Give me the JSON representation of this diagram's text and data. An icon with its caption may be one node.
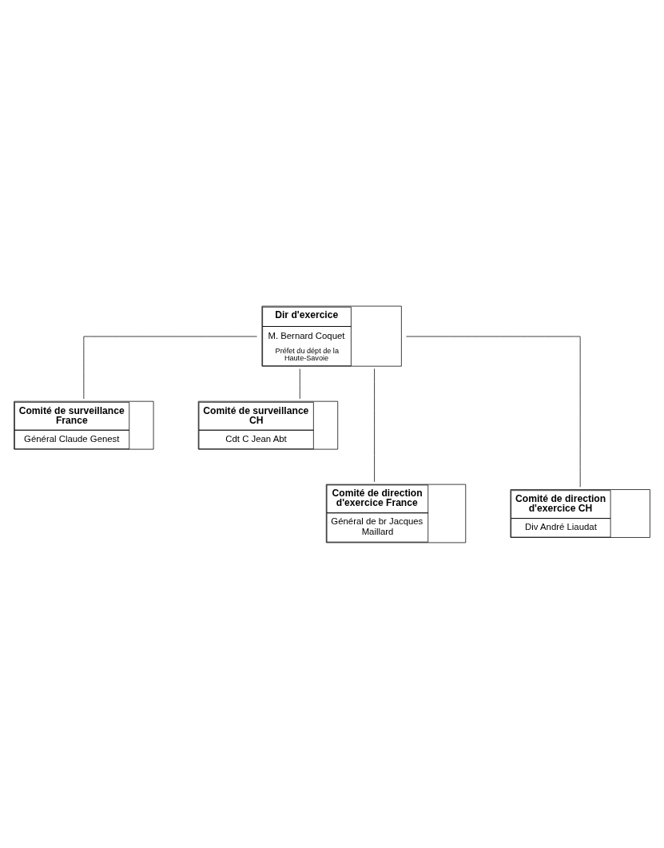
{
  "diagram": {
    "nodes": [
      {
        "text": [
          "Dir d'exercice",
          "M. Bernard Coquet",
          "Préfet du dépt de la Haute-Savoie"
        ]
      },
      {
        "text": [
          "Comité de surveillance France",
          "Général Claude Genest"
        ]
      },
      {
        "text": [
          "Comité de surveillance CH",
          "Cdt C Jean Abt"
        ]
      },
      {
        "text": [
          "Comité de direction d'exercice France",
          "Général de br Jacques Maillard"
        ]
      },
      {
        "text": [
          "Comité de direction d'exercice CH",
          "Div André Liaudat"
        ]
      }
    ],
    "edges": [
      {
        "from": 0,
        "to": 1,
        "arrow": "none"
      },
      {
        "from": 0,
        "to": 2,
        "arrow": "none"
      },
      {
        "from": 0,
        "to": 3,
        "arrow": "none"
      },
      {
        "from": 0,
        "to": 4,
        "arrow": "none"
      }
    ]
  }
}
